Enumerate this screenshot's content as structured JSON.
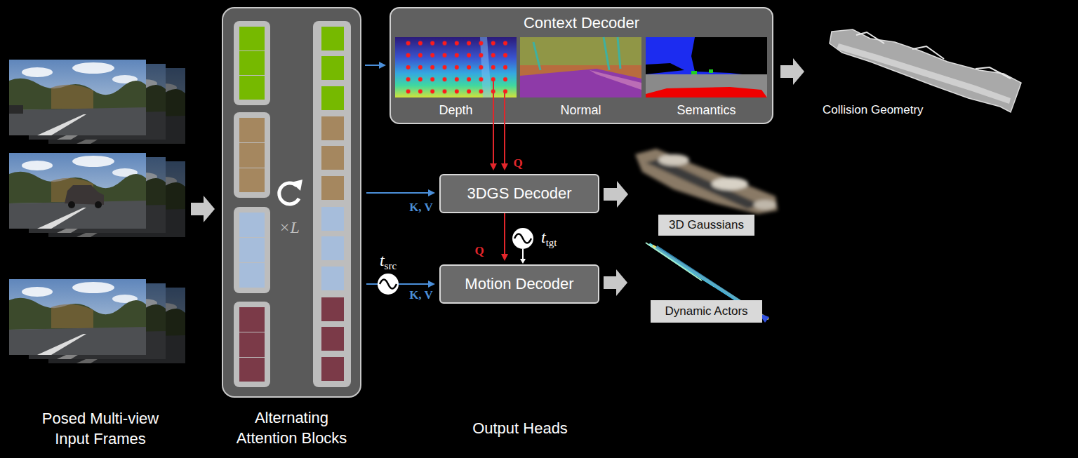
{
  "diagram": {
    "nodes": [
      {
        "text": [
          "Posed Multi-view Input Frames"
        ]
      },
      {
        "text": [
          "Alternating Attention Blocks"
        ]
      },
      {
        "text": [
          "Context Decoder"
        ]
      },
      {
        "text": [
          "Depth"
        ],
        "in": 2
      },
      {
        "text": [
          "Normal"
        ],
        "in": 2
      },
      {
        "text": [
          "Semantics"
        ],
        "in": 2
      },
      {
        "text": [
          "3DGS Decoder"
        ]
      },
      {
        "text": [
          "Motion Decoder"
        ]
      },
      {
        "text": [
          "Collision Geometry"
        ]
      },
      {
        "text": [
          "3D Gaussians"
        ]
      },
      {
        "text": [
          "Dynamic Actors"
        ]
      }
    ],
    "edges": [
      {
        "from": 0,
        "to": 1,
        "arrow": "to"
      },
      {
        "from": 1,
        "to": 2,
        "arrow": "to"
      },
      {
        "from": 1,
        "to": 6,
        "label": "K, V",
        "arrow": "to"
      },
      {
        "from": 1,
        "to": 7,
        "label": "K, V",
        "arrow": "to"
      },
      {
        "from": 3,
        "to": 6,
        "arrow": "to"
      },
      {
        "from": 3,
        "to": 6,
        "label": "Q",
        "arrow": "to"
      },
      {
        "from": 6,
        "to": 7,
        "label": "Q",
        "arrow": "to"
      },
      {
        "from": 2,
        "to": 8,
        "arrow": "to"
      },
      {
        "from": 6,
        "to": 9,
        "arrow": "to"
      },
      {
        "from": 7,
        "to": 10,
        "arrow": "to"
      }
    ],
    "labels": [
      "×L",
      "tsrc",
      "ttgt",
      "Output Heads"
    ]
  }
}
